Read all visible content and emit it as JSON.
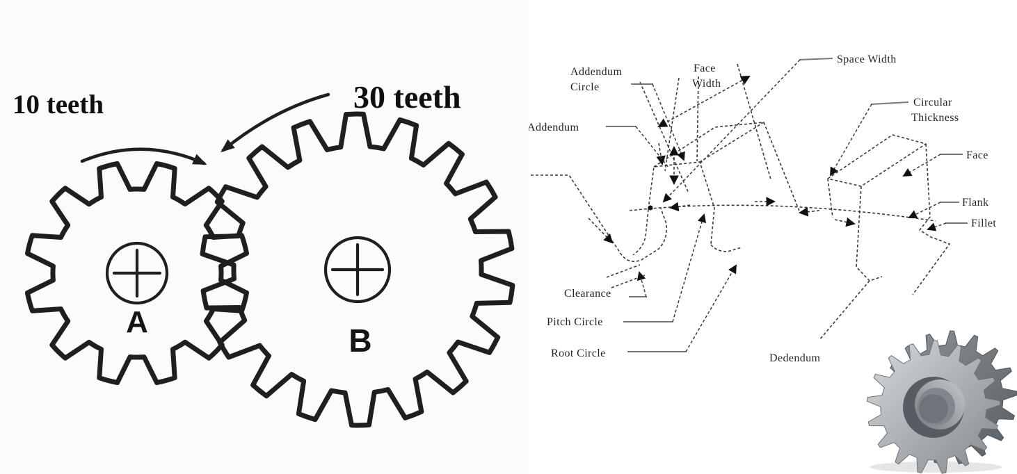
{
  "left_figure": {
    "gear_a": {
      "teeth_label": "10 teeth",
      "hub_label": "A"
    },
    "gear_b": {
      "teeth_label": "30 teeth",
      "hub_label": "B"
    }
  },
  "nomenclature": {
    "addendum_circle": [
      "Addendum",
      "Circle"
    ],
    "face_width": [
      "Face",
      "Width"
    ],
    "space_width": "Space Width",
    "circular_thickness": [
      "Circular",
      "Thickness"
    ],
    "addendum": "Addendum",
    "face": "Face",
    "flank": "Flank",
    "fillet": "Fillet",
    "clearance": "Clearance",
    "pitch_circle": "Pitch Circle",
    "root_circle": "Root Circle",
    "dedendum": "Dedendum"
  },
  "photo": {
    "icon": "spur-gear-photo"
  },
  "colors": {
    "ink": "#1f1f1f",
    "sketch": "#3a3a3a",
    "leader": "#787878",
    "metal_light": "#d3d6d9",
    "metal_mid": "#9aa0a5",
    "metal_dark": "#5e6468"
  }
}
